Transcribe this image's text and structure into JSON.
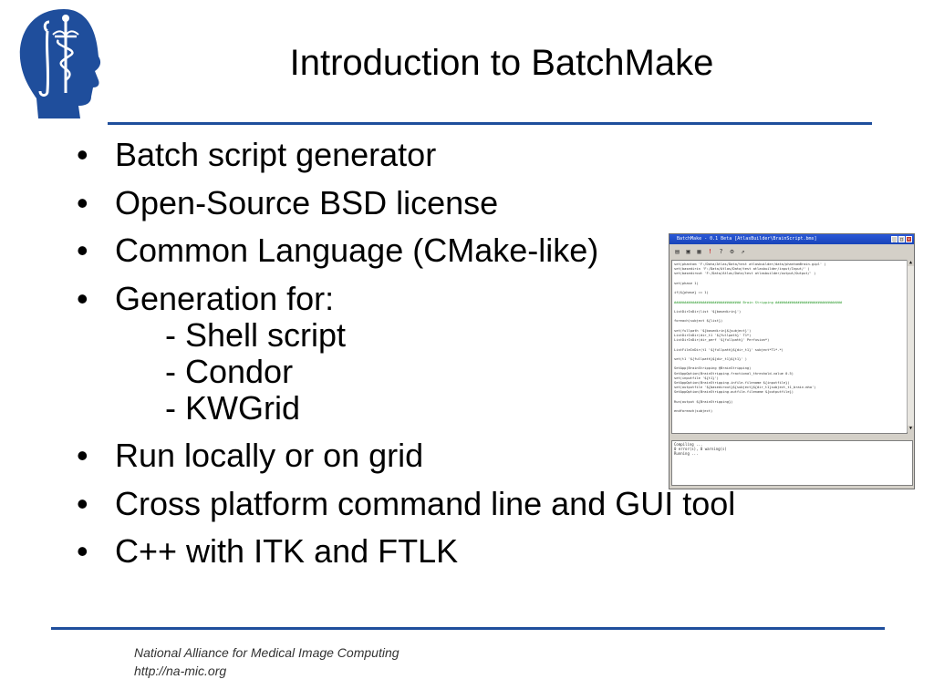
{
  "slide": {
    "title": "Introduction to BatchMake",
    "bullets": [
      {
        "text": "Batch script generator"
      },
      {
        "text": "Open-Source BSD license"
      },
      {
        "text": "Common Language (CMake-like)"
      },
      {
        "text": "Generation for:",
        "subitems": [
          "- Shell script",
          "- Condor",
          "- KWGrid"
        ]
      },
      {
        "text": "Run locally or on grid"
      },
      {
        "text": "Cross platform command line and GUI tool"
      },
      {
        "text": "C++ with ITK and FTLK"
      }
    ],
    "bullet_symbol": "•",
    "footer": {
      "line1": "National Alliance for Medical Image Computing",
      "line2": "http://na-mic.org"
    },
    "accent_color": "#1f4e9c"
  },
  "screenshot_window": {
    "title": "BatchMake - 0.1 Beta  [AtlasBuilder\\BrainScript.bms]",
    "toolbar_icons": [
      "open-icon",
      "save-icon",
      "save-as-icon",
      "run-icon",
      "help-icon",
      "compile-icon",
      "export-icon"
    ],
    "code_lines": [
      "set(phantom 'F:/Data/Atlas/Data/test atlasbuilder/data/phantomBrain.gipl' )",
      "set(basedirin 'F:/Data/Atlas/Data/test atlasbuilder/input/Input/' )",
      "set(basedirout 'F:/Data/Atlas/Data/test atlasbuilder/output/Output/' )",
      "",
      "set(phase 1)",
      "",
      "if(${phase} == 1)",
      "",
      "################################# Brain Stripping #################################",
      "",
      "ListDirInDir(list '${basedirin}')",
      "",
      "foreach(subject ${list})",
      "",
      "set(fullpath '${basedirin}${subject}')",
      "ListDirInDir(dir_t1 '${fullpath}' T1*)",
      "ListDirInDir(dir_perf '${fullpath}' Perfusion*)",
      "",
      "ListFileInDir(t1 '${fullpath}${dir_t1}' subject*T1*.*)",
      "",
      "set(t1 '${fullpath}${dir_t1}${t1}' )",
      "",
      "SetApp(BrainStripping @BrainStripping)",
      "SetAppOption(BrainStripping.fractional_threshold.value 0.5)",
      "set(inputfile '${t1}')",
      "SetAppOption(BrainStripping.infile.filename ${inputfile})",
      "set(outputfile '${basedirout}${subject}${dir_t1}subject_t1_brain.mha')",
      "SetAppOption(BrainStripping.outfile.filename ${outputfile})",
      "",
      "Run(output ${BrainStripping})",
      "",
      "endforeach(subject)"
    ],
    "console_lines": [
      "Compiling ...",
      "0 error(s), 0 warning(s)",
      "Running ..."
    ]
  }
}
